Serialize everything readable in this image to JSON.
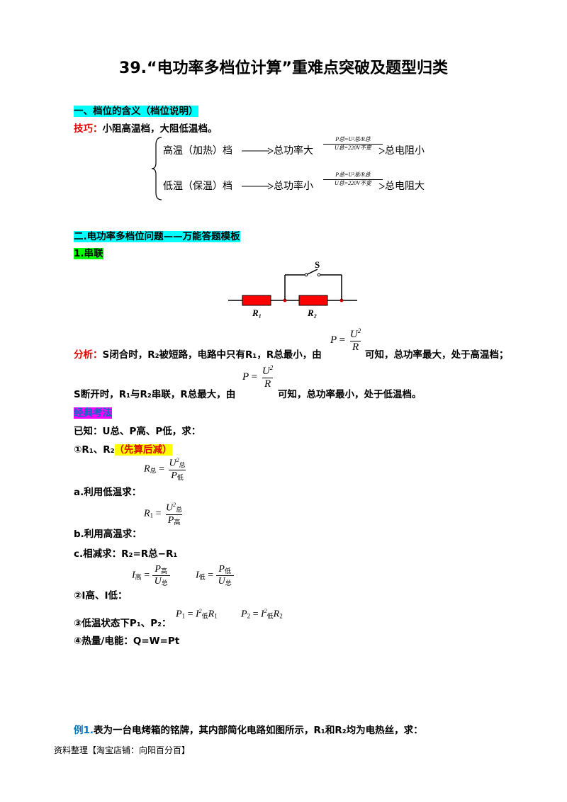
{
  "title": "39.“电功率多档位计算”重难点突破及题型归类",
  "section1": {
    "heading": "一、档位的含义（档位说明）",
    "tip_label": "技巧：",
    "tip_text": "小阻高温档，大阻低温档。",
    "high": {
      "mode": "高温（加热）档",
      "result1": "总功率大",
      "cond_top": "P总=U²总/R总",
      "cond_bottom": "U总=220V不变",
      "result2": "总电阻小"
    },
    "low": {
      "mode": "低温（保温）档",
      "result1": "总功率小",
      "cond_top": "P总=U²总/R总",
      "cond_bottom": "U总=220V不变",
      "result2": "总电阻大"
    }
  },
  "section2": {
    "heading": "二.电功率多档位问题——万能答题模板",
    "sub1": "1.串联",
    "circuit": {
      "switch": "S",
      "r1": "R₁",
      "r2": "R₂"
    },
    "analysis_label": "分析：",
    "analysis_line1": "S闭合时，R₂被短路，电路中只有R₁，R总最小，由",
    "analysis_line1_tail": "可知，总功率最大，处于高温档；",
    "analysis_line2": "S断开时，R₁与R₂串联，R总最大，由",
    "analysis_line2_tail": "可知，总功率最小，处于低温档。",
    "formula_p": "P = U²/R",
    "classic": "经典考法",
    "known": "已知：U总、P高、P低，求：",
    "item1": "①R₁、R₂",
    "item1_note": "（先算后减）",
    "a_label": "a.利用低温求：",
    "a_formula": "R总 = U²总/P低",
    "b_label": "b.利用高温求：",
    "b_formula": "R₁ = U²总/P高",
    "c_label": "c.相减求：R₂=R总−R₁",
    "item2": "②I高、I低：",
    "i_high": "I高 = P高/U总",
    "i_low": "I低 = P低/U总",
    "item3": "③低温状态下P₁、P₂：",
    "p1": "P₁ = I²低R₁",
    "p2": "P₂ = I²低R₂",
    "item4": "④热量/电能：Q=W=Pt"
  },
  "example": {
    "label": "例1.",
    "text": "表为一台电烤箱的铭牌，其内部简化电路如图所示，R₁和R₂均为电热丝，求："
  },
  "footer": "资料整理【淘宝店铺：向阳百分百】"
}
